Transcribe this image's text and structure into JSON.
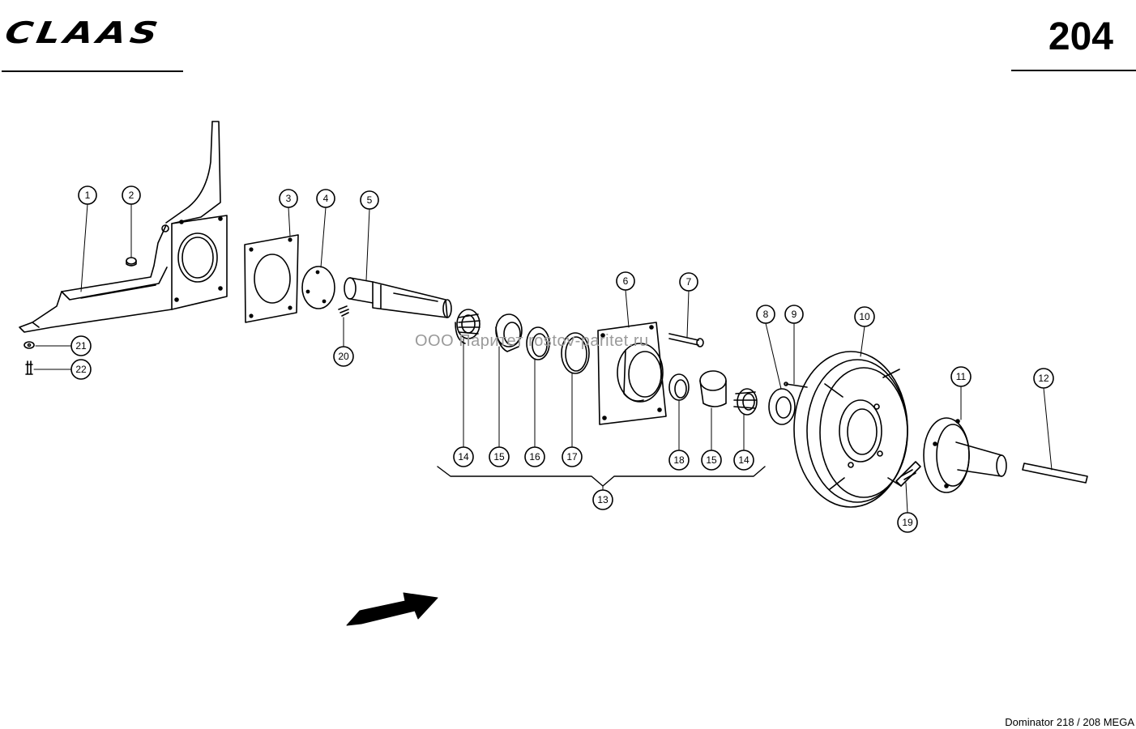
{
  "header": {
    "brand": "CLAAS",
    "page_number": "204"
  },
  "watermark": "ООО Паритет   rostov-paritet.ru",
  "footer": {
    "model": "Dominator 218 / 208 MEGA"
  },
  "callouts": [
    "1",
    "2",
    "3",
    "4",
    "5",
    "6",
    "7",
    "8",
    "9",
    "10",
    "11",
    "12",
    "13",
    "14",
    "15",
    "16",
    "17",
    "18",
    "19",
    "20",
    "21",
    "22"
  ]
}
